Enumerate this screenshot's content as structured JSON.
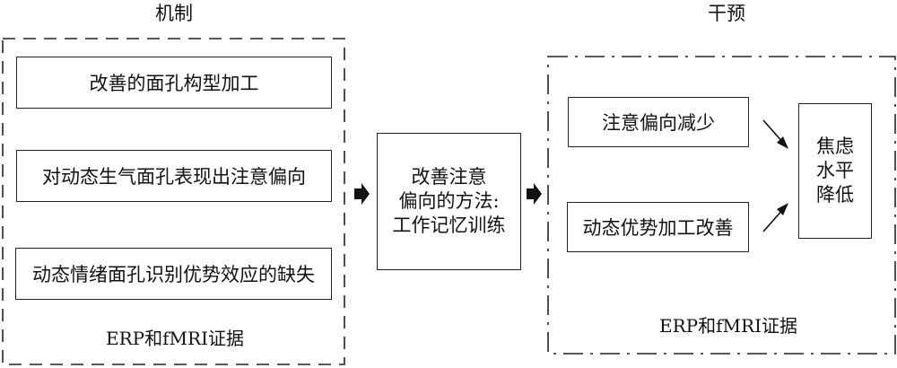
{
  "mechanism": {
    "title": "机制",
    "boxes": [
      {
        "label": "改善的面孔构型加工"
      },
      {
        "label": "对动态生气面孔表现出注意偏向"
      },
      {
        "label": "动态情绪面孔识别优势效应的缺失"
      }
    ],
    "evidence": "ERP和fMRI证据"
  },
  "method": {
    "lines": [
      "改善注意",
      "偏向的方法:",
      "工作记忆训练"
    ]
  },
  "intervention": {
    "title": "干预",
    "boxes": [
      {
        "label": "注意偏向减少"
      },
      {
        "label": "动态优势加工改善"
      }
    ],
    "outcome": {
      "lines": [
        "焦虑",
        "水平",
        "降低"
      ]
    },
    "evidence": "ERP和fMRI证据"
  },
  "colors": {
    "line": "#222222",
    "background": "#ffffff"
  },
  "icons": {
    "flow_arrow": "block-right-arrow-icon",
    "converge_arrow": "diagonal-arrow-icon"
  }
}
